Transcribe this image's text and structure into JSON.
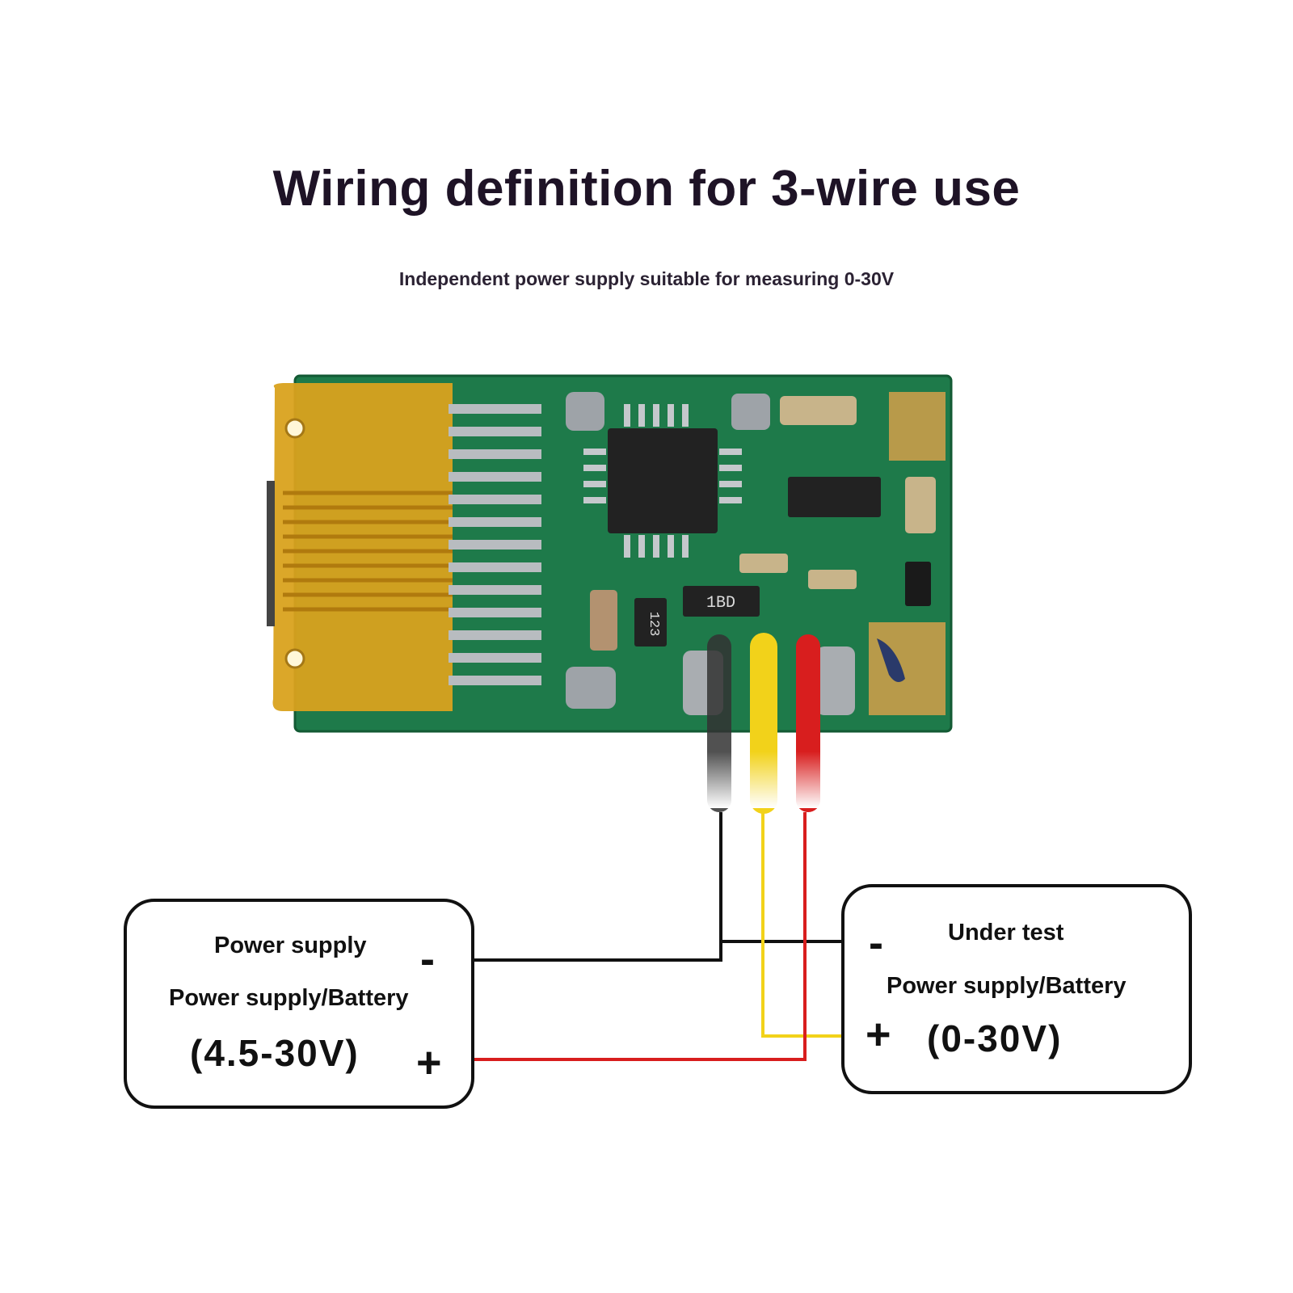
{
  "title": "Wiring definition for 3-wire use",
  "subtitle": "Independent power supply suitable for measuring 0-30V",
  "pcb": {
    "chip_marking_1": "123",
    "chip_marking_2": "1BD"
  },
  "left_box": {
    "line1": "Power supply",
    "line2": "Power supply/Battery",
    "range": "(4.5-30V)",
    "minus": "-",
    "plus": "+"
  },
  "right_box": {
    "line1": "Under test",
    "line2": "Power supply/Battery",
    "range": "(0-30V)",
    "minus": "-",
    "plus": "+"
  },
  "wires": {
    "black": "#111111",
    "yellow": "#f2d21a",
    "red": "#d81e1e"
  },
  "colors": {
    "pcb": "#1e7a4a",
    "flex": "#d9a21e",
    "pad": "#b8bcc0"
  }
}
